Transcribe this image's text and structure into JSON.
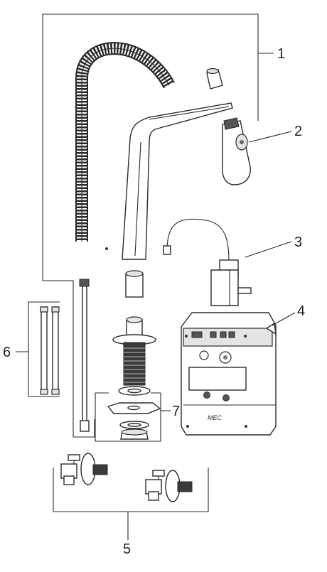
{
  "callouts": {
    "c1": "1",
    "c2": "2",
    "c3": "3",
    "c4": "4",
    "c5": "5",
    "c6": "6",
    "c7": "7"
  },
  "brand_text": "MEC"
}
